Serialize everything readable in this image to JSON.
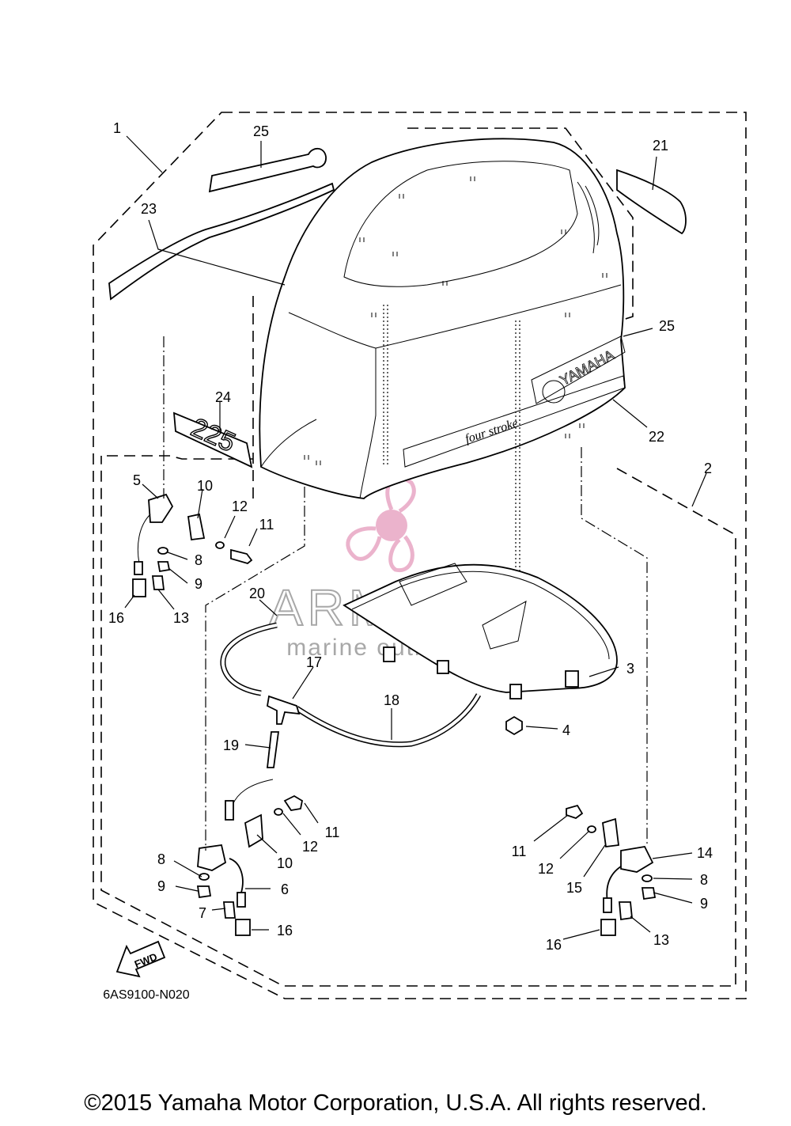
{
  "diagram_code": "6AS9100-N020",
  "copyright": "©2015 Yamaha Motor Corporation, U.S.A. All rights reserved.",
  "watermark": {
    "brand": "ARMADA",
    "tagline": "marine outboards",
    "color": "#e8a6c4"
  },
  "decals": {
    "brand": "YAMAHA",
    "series": "four stroke",
    "model": "225"
  },
  "fwd_label": "FWD",
  "callouts": [
    "1",
    "25",
    "21",
    "23",
    "25",
    "22",
    "24",
    "2",
    "5",
    "10",
    "12",
    "11",
    "8",
    "9",
    "16",
    "13",
    "20",
    "17",
    "3",
    "18",
    "4",
    "19",
    "11",
    "12",
    "10",
    "8",
    "9",
    "6",
    "7",
    "16",
    "11",
    "12",
    "15",
    "14",
    "8",
    "9",
    "16",
    "13"
  ]
}
